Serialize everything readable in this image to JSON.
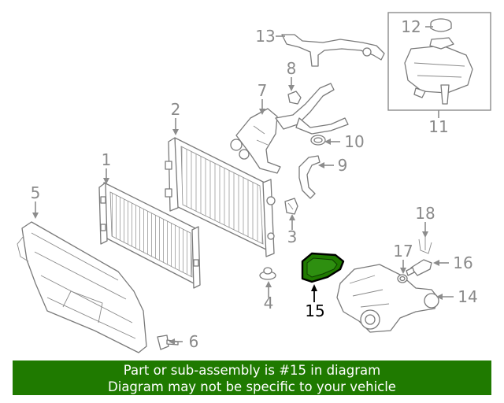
{
  "callouts": {
    "c1": "1",
    "c2": "2",
    "c3": "3",
    "c4": "4",
    "c5": "5",
    "c6": "6",
    "c7": "7",
    "c8": "8",
    "c9": "9",
    "c10": "10",
    "c11": "11",
    "c12": "12",
    "c13": "13",
    "c14": "14",
    "c15": "15",
    "c16": "16",
    "c17": "17",
    "c18": "18"
  },
  "highlight": {
    "part_number": "15",
    "color": "#1f7a00"
  },
  "banner": {
    "line1": "Part or sub-assembly is #15 in diagram",
    "line2": "Diagram may not be specific to your vehicle",
    "background": "#1f7a00"
  }
}
